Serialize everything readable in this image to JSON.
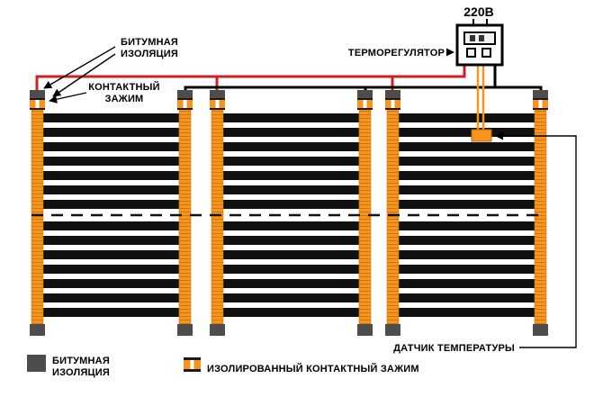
{
  "labels": {
    "voltage": "220В",
    "thermostat": "ТЕРМОРЕГУЛЯТОР",
    "bitumen_line1": "БИТУМНАЯ",
    "bitumen_line2": "ИЗОЛЯЦИЯ",
    "clamp_line1": "КОНТАКТНЫЙ",
    "clamp_line2": "ЗАЖИМ",
    "temp_sensor": "ДАТЧИК ТЕМПЕРАТУРЫ"
  },
  "legend": {
    "bitumen_line1": "БИТУМНАЯ",
    "bitumen_line2": "ИЗОЛЯЦИЯ",
    "insulated_clamp": "ИЗОЛИРОВАННЫЙ КОНТАКТНЫЙ ЗАЖИМ"
  },
  "diagram": {
    "panel_count": 3
  },
  "colors": {
    "background": "#FFFFFF",
    "film_stripe": "#111111",
    "busbar_orange": "#F7941D",
    "bitumen_dark": "#4D4D4D",
    "wire_red": "#D01F1F",
    "wire_black": "#000000"
  }
}
